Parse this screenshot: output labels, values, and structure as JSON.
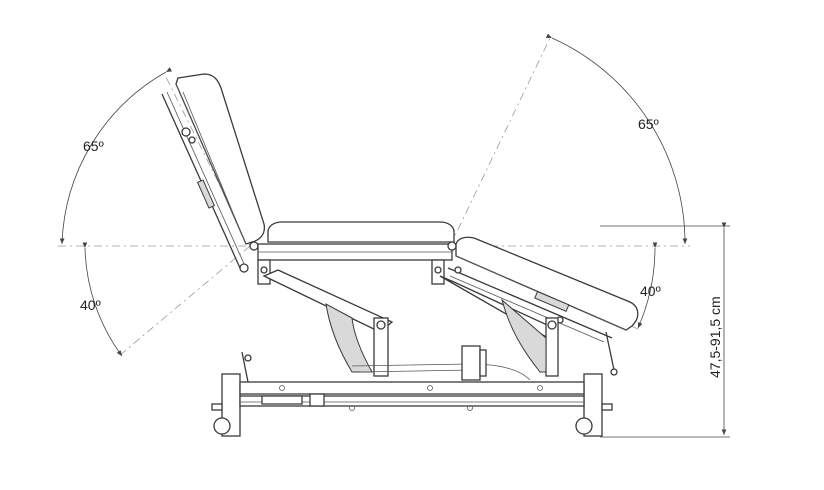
{
  "labels": {
    "back_up_angle": "65º",
    "back_down_angle": "40º",
    "leg_up_angle": "65º",
    "leg_down_angle": "40º",
    "height_range": "47,5-91,5 cm"
  },
  "colors": {
    "line": "#3a3a3a",
    "reference_line": "#9a9a9a",
    "background": "#ffffff"
  }
}
